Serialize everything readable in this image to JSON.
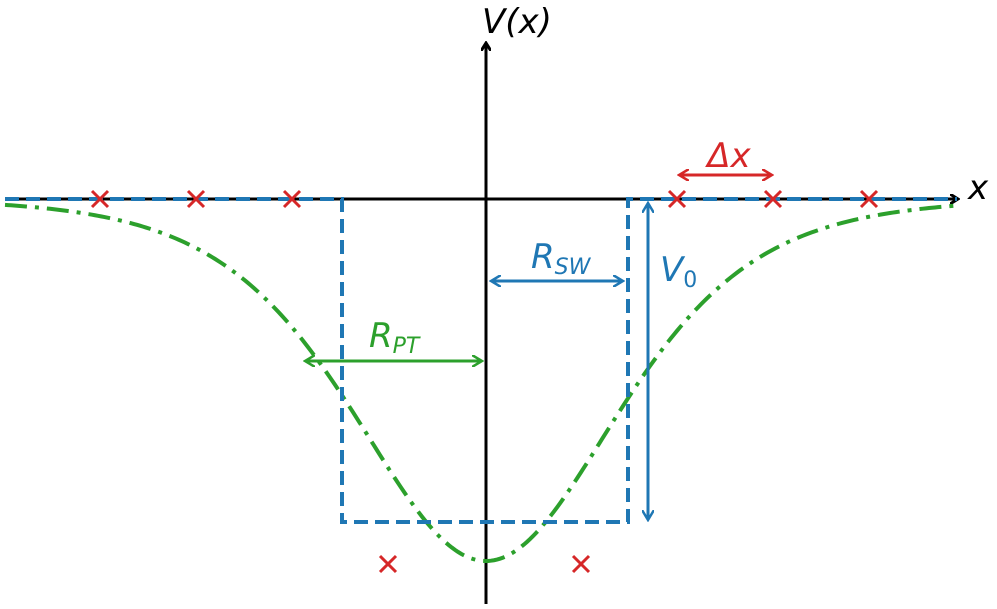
{
  "labels": {
    "y_axis": "V(x)",
    "x_axis": "x",
    "delta": "Δx",
    "r_main": "R",
    "r_sw_sub": "SW",
    "r_pt_sub": "PT",
    "v_main": "V",
    "v_sub": "0"
  },
  "colors": {
    "axis": "#000000",
    "square_well": "#1f77b4",
    "poschl_teller": "#2ca02c",
    "grid_points": "#d62728"
  }
}
